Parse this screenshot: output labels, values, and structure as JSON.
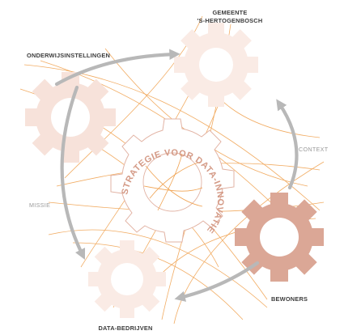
{
  "labels": {
    "gemeente_line1": "GEMEENTE",
    "gemeente_line2": "'S-HERTOGENBOSCH",
    "onderwijs": "ONDERWIJSINSTELLINGEN",
    "context": "CONTEXT",
    "missie": "MISSIE",
    "bewoners": "BEWONERS",
    "data_bedrijven": "DATA-BEDRIJVEN",
    "center": "STRATEGIE VOOR DATA-INNOVATIE"
  },
  "colors": {
    "gear_light": "#f7e2da",
    "gear_light_pale": "#faebe5",
    "gear_dark": "#dba796",
    "gear_center_fill": "#ffffff",
    "gear_center_stroke": "#e2b3a4",
    "orange_lines": "#f0a352",
    "arrow_gray": "#b8b8b8",
    "label_dark": "#3c3c3c",
    "label_muted": "#9a9a9a",
    "ring_text": "#d49a86"
  }
}
